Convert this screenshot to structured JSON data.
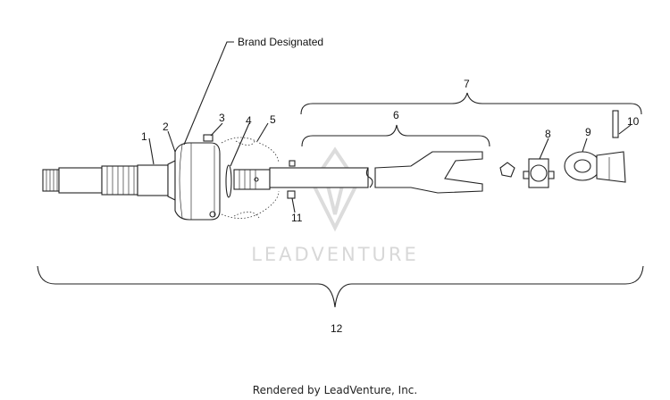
{
  "callouts": {
    "brand": "Brand Designated",
    "c1": "1",
    "c2": "2",
    "c3": "3",
    "c4": "4",
    "c5": "5",
    "c6": "6",
    "c7": "7",
    "c8": "8",
    "c9": "9",
    "c10": "10",
    "c11": "11",
    "c12": "12"
  },
  "watermark": "LEADVENTURE",
  "footer": "Rendered by LeadVenture, Inc."
}
